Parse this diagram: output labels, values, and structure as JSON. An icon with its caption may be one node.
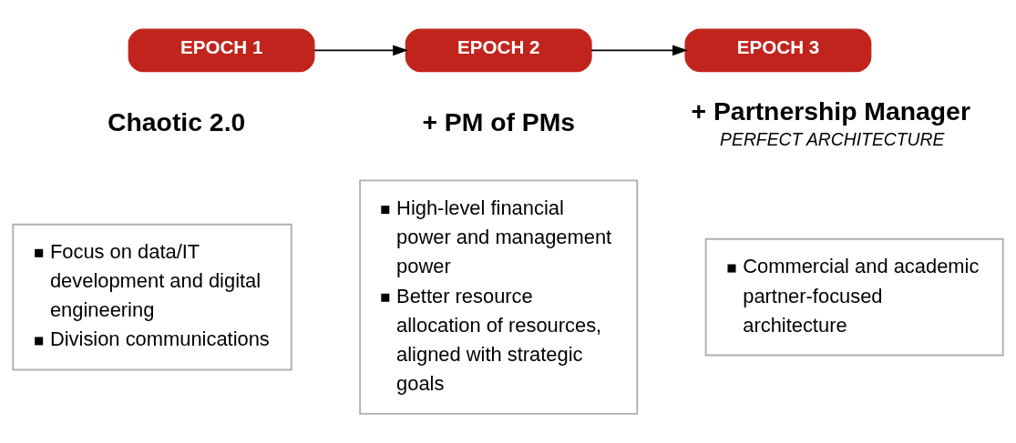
{
  "diagram": {
    "nodes": [
      {
        "text": [
          "EPOCH 1"
        ],
        "beside": [
          "Chaotic 2.0"
        ]
      },
      {
        "text": [
          "EPOCH 2"
        ],
        "beside": [
          "+ PM of PMs"
        ]
      },
      {
        "text": [
          "EPOCH 3"
        ],
        "beside": [
          "+ Partnership Manager",
          "PERFECT ARCHITECTURE"
        ]
      },
      {
        "text": [
          "Focus on data/IT development and digital engineering",
          "Division communications"
        ]
      },
      {
        "text": [
          "High-level financial power and management power",
          "Better resource allocation of resources, aligned with strategic goals"
        ]
      },
      {
        "text": [
          "Commercial and academic partner-focused architecture"
        ]
      }
    ],
    "edges": [
      {
        "from": 0,
        "to": 1,
        "arrow": "to"
      },
      {
        "from": 1,
        "to": 2,
        "arrow": "to"
      }
    ]
  }
}
